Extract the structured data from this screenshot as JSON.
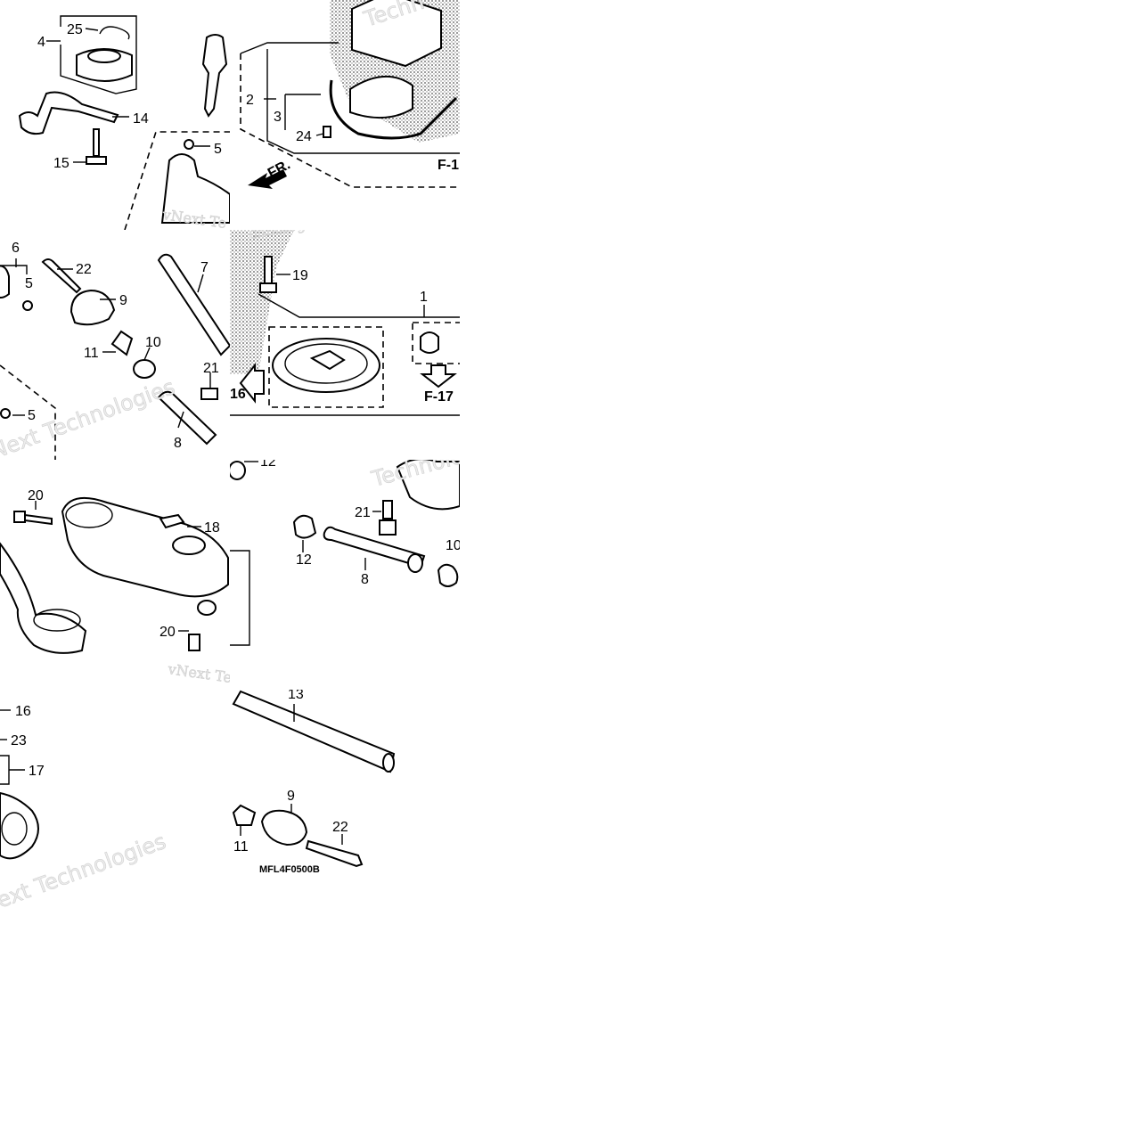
{
  "labels": {
    "n1": "1",
    "n2": "2",
    "n3": "3",
    "n4": "4",
    "n5a": "5",
    "n5b": "5",
    "n5c": "5",
    "n6": "6",
    "n7": "7",
    "n8a": "8",
    "n8b": "8",
    "n9a": "9",
    "n9b": "9",
    "n10a": "10",
    "n10b": "10",
    "n11a": "11",
    "n11b": "11",
    "n12a": "12",
    "n12b": "12",
    "n13": "13",
    "n14": "14",
    "n15": "15",
    "n16": "16",
    "n17": "17",
    "n18": "18",
    "n19": "19",
    "n20a": "20",
    "n20b": "20",
    "n21a": "21",
    "n21b": "21",
    "n22a": "22",
    "n22b": "22",
    "n23": "23",
    "n24": "24",
    "n25": "25"
  },
  "refs": {
    "f1": "F-1",
    "f16": "16",
    "f17": "F-17",
    "front": "FR."
  },
  "diagram_code": "MFL4F0500B",
  "watermarks": [
    "vNext Technologies",
    "Technologies",
    "vNext Te",
    "vNext Tec",
    "chnologies",
    "Techn"
  ]
}
